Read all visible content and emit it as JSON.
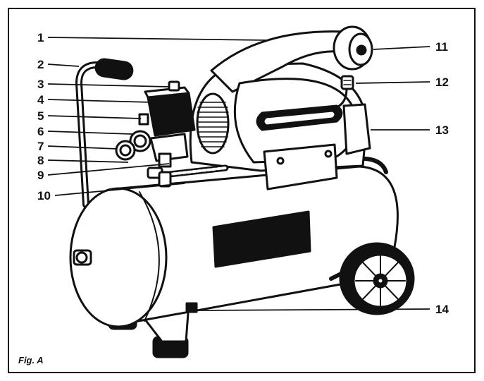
{
  "figure": {
    "caption": "Fig. A",
    "callouts": [
      "1",
      "2",
      "3",
      "4",
      "5",
      "6",
      "7",
      "8",
      "9",
      "10",
      "11",
      "12",
      "13",
      "14"
    ]
  }
}
